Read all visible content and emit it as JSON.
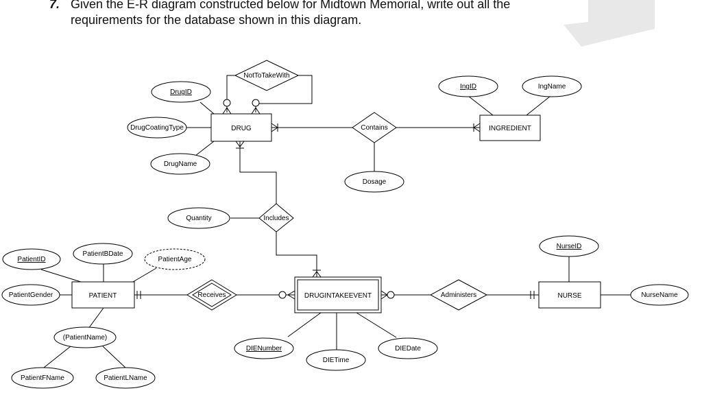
{
  "question": {
    "number": "7.",
    "text": "Given the E-R diagram constructed below for Midtown Memorial, write out all the requirements for the database shown in this diagram."
  },
  "diagram": {
    "entities": {
      "drug": "DRUG",
      "ingredient": "INGREDIENT",
      "patient": "PATIENT",
      "drugintakeevent": "DRUGINTAKEEVENT",
      "nurse": "NURSE"
    },
    "relationships": {
      "not_to_take_with": "NotToTakeWith",
      "contains": "Contains",
      "includes": "Includes",
      "receives": "Receives",
      "administers": "Administers"
    },
    "attributes": {
      "drug_id": "DrugID",
      "drug_coating_type": "DrugCoatingType",
      "drug_name": "DrugName",
      "ing_id": "IngID",
      "ing_name": "IngName",
      "dosage": "Dosage",
      "quantity": "Quantity",
      "patient_id": "PatientID",
      "patient_bdate": "PatientBDate",
      "patient_age": "PatientAge",
      "patient_gender": "PatientGender",
      "patient_name": "(PatientName)",
      "patient_fname": "PatientFName",
      "patient_lname": "PatientLName",
      "die_number": "DIENumber",
      "die_time": "DIETime",
      "die_date": "DIEDate",
      "nurse_id": "NurseID",
      "nurse_name": "NurseName"
    }
  }
}
